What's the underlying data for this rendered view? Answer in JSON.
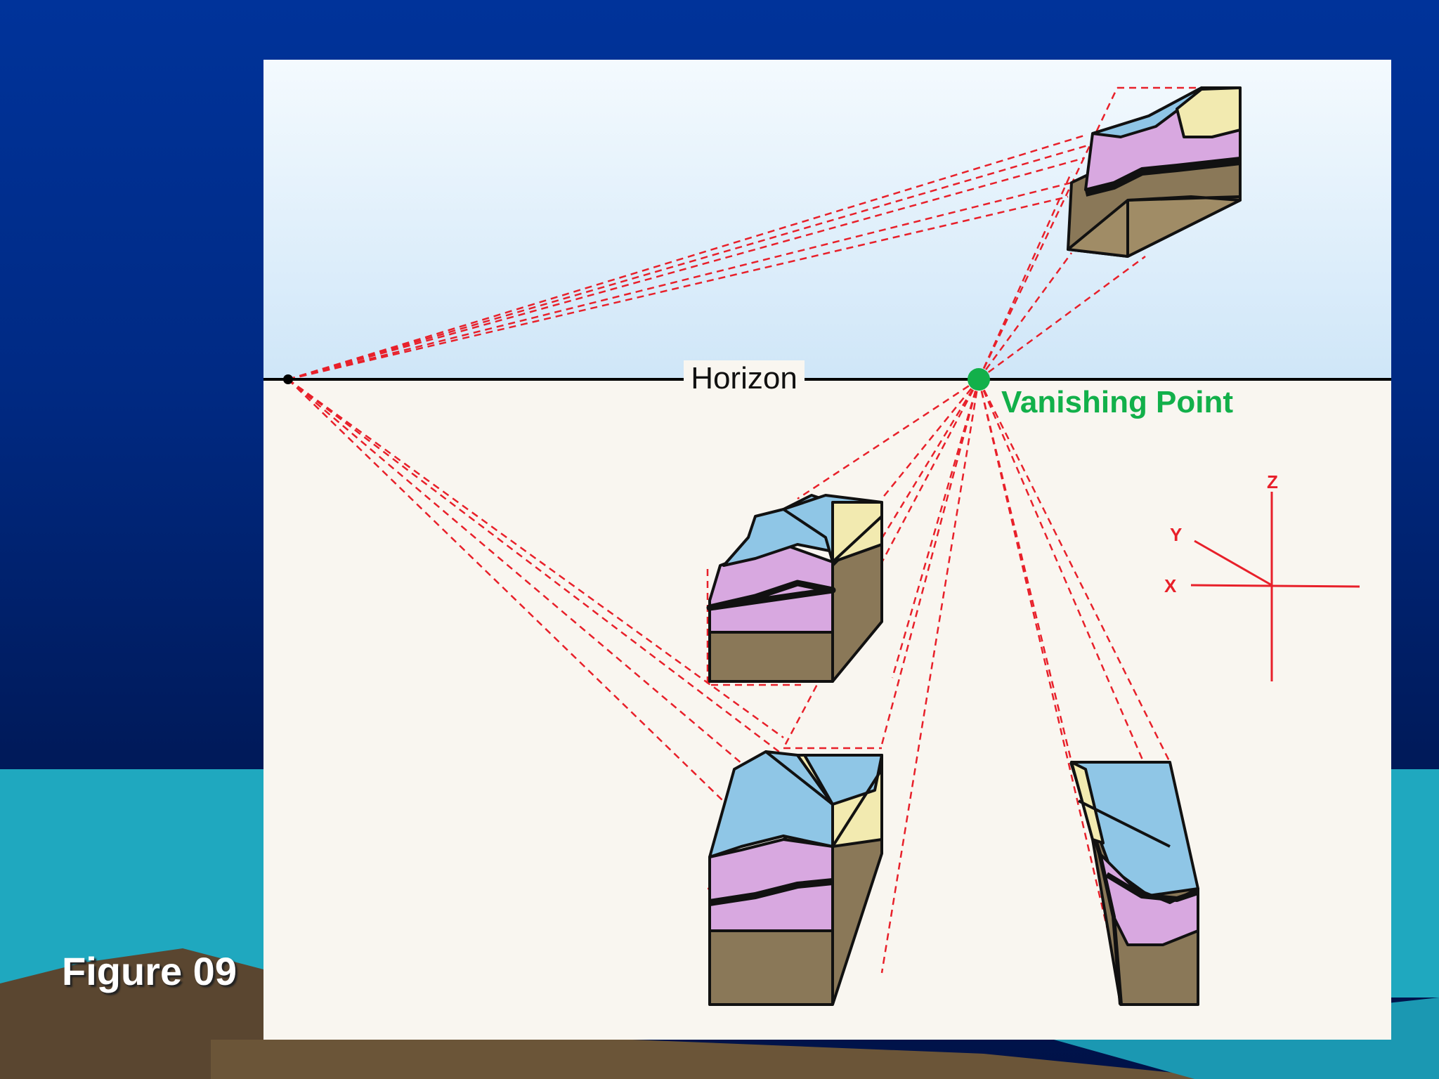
{
  "slide": {
    "caption": "Figure 09",
    "colors": {
      "background_top": "#00339a",
      "background_bottom": "#001248",
      "sea": "#2bb8c8",
      "land": "#5a4630"
    }
  },
  "figure": {
    "horizon_label": "Horizon",
    "vanishing_point_label": "Vanishing Point",
    "axis_labels": {
      "z": "Z",
      "y": "Y",
      "x": "X"
    },
    "colors": {
      "sky": "#d6ebfa",
      "ground": "#f9f6f0",
      "construction_lines": "#e8202a",
      "vanishing_point": "#12b04a",
      "block_side": "#8a7858",
      "block_top": "#8fc6e6",
      "layer_pink": "#d8a8e0",
      "layer_yellow": "#f2eab0",
      "layer_black": "#111111"
    }
  }
}
